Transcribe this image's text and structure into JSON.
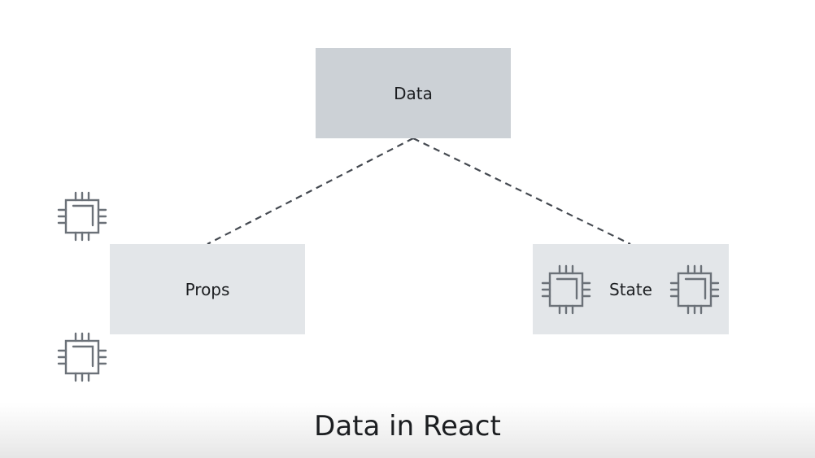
{
  "diagram": {
    "nodes": {
      "data": "Data",
      "props": "Props",
      "state": "State"
    },
    "edges": [
      {
        "from": "data",
        "to": "props",
        "style": "dashed"
      },
      {
        "from": "data",
        "to": "state",
        "style": "dashed"
      }
    ],
    "icons": [
      "cpu-chip-icon",
      "cpu-chip-icon",
      "cpu-chip-icon",
      "cpu-chip-icon"
    ]
  },
  "caption": "Data in React",
  "colors": {
    "data_box": "#ccd1d6",
    "child_box": "#e3e6e9",
    "line": "#444950",
    "text": "#1c1e21",
    "icon": "#6b7178"
  }
}
